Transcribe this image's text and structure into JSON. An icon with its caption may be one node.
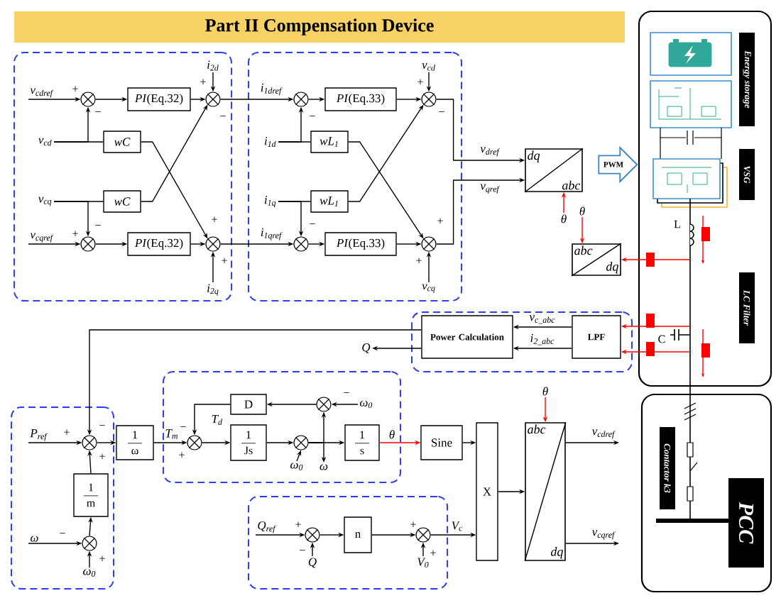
{
  "diagram": {
    "title": "Part II Compensation Device",
    "nodes": [
      {
        "text": [],
        "shape": "box"
      },
      {
        "text": [
          "v$_{cdref}$"
        ],
        "in": 0
      },
      {
        "text": [],
        "shape": "circle",
        "in": 0
      },
      {
        "text": [
          "*PI*(Eq.32)"
        ],
        "in": 0
      },
      {
        "text": [],
        "shape": "circle",
        "in": 0
      },
      {
        "text": [
          "i$_{2d}$"
        ],
        "in": 0
      },
      {
        "text": [
          "v$_{cd}$"
        ],
        "in": 0
      },
      {
        "text": [
          "wC"
        ],
        "in": 0
      },
      {
        "text": [
          "v$_{cq}$"
        ],
        "in": 0
      },
      {
        "text": [
          "wC"
        ],
        "in": 0
      },
      {
        "text": [
          "v$_{cqref}$"
        ],
        "in": 0
      },
      {
        "text": [],
        "shape": "circle",
        "in": 0
      },
      {
        "text": [
          "*PI*(Eq.32)"
        ],
        "in": 0
      },
      {
        "text": [],
        "shape": "circle",
        "in": 0
      },
      {
        "text": [
          "i$_{2q}$"
        ],
        "in": 0
      },
      {
        "text": [],
        "shape": "box"
      },
      {
        "text": [],
        "shape": "circle",
        "in": 15
      },
      {
        "text": [
          "*PI*(Eq.33)"
        ],
        "in": 15
      },
      {
        "text": [],
        "shape": "circle",
        "in": 15
      },
      {
        "text": [
          "v$_{cd}$"
        ],
        "in": 15
      },
      {
        "text": [
          "i$_{1d}$"
        ],
        "in": 15
      },
      {
        "text": [
          "wL$_{1}$"
        ],
        "in": 15
      },
      {
        "text": [
          "i$_{1q}$"
        ],
        "in": 15
      },
      {
        "text": [
          "wL$_{1}$"
        ],
        "in": 15
      },
      {
        "text": [],
        "shape": "circle",
        "in": 15
      },
      {
        "text": [
          "*PI*(Eq.33)"
        ],
        "in": 15
      },
      {
        "text": [],
        "shape": "circle",
        "in": 15
      },
      {
        "text": [
          "v$_{cq}$"
        ],
        "in": 15
      },
      {
        "text": [
          "dq",
          "abc"
        ]
      },
      {
        "text": [
          "θ"
        ]
      },
      {
        "text": [
          "PWM"
        ]
      },
      {
        "text": [
          "θ"
        ]
      },
      {
        "text": [
          "abc",
          "dq"
        ]
      },
      {
        "text": [],
        "shape": "box"
      },
      {
        "text": [
          "Energy storage"
        ],
        "in": 33
      },
      {
        "text": [
          "VSG"
        ],
        "in": 33
      },
      {
        "text": [
          "LC Filter"
        ],
        "in": 33
      },
      {
        "text": [],
        "shape": "box"
      },
      {
        "text": [
          "Power Calculation"
        ],
        "in": 37
      },
      {
        "text": [
          "LPF"
        ],
        "in": 37
      },
      {
        "text": [
          "Q"
        ]
      },
      {
        "text": [],
        "shape": "box"
      },
      {
        "text": [
          "P$_{ref}$"
        ],
        "in": 41
      },
      {
        "text": [],
        "shape": "circle",
        "in": 41
      },
      {
        "text": [
          "1",
          "m"
        ],
        "in": 41
      },
      {
        "text": [],
        "shape": "circle",
        "in": 41
      },
      {
        "text": [
          "ω"
        ],
        "in": 41
      },
      {
        "text": [
          "ω$_{0}$"
        ],
        "in": 41
      },
      {
        "text": [
          "1",
          "ω"
        ]
      },
      {
        "text": [],
        "shape": "box"
      },
      {
        "text": [],
        "shape": "circle",
        "in": 49
      },
      {
        "text": [
          "D"
        ],
        "in": 49
      },
      {
        "text": [
          "1",
          "Js"
        ],
        "in": 49
      },
      {
        "text": [],
        "shape": "circle",
        "in": 49
      },
      {
        "text": [
          "ω$_{0}$"
        ],
        "in": 49
      },
      {
        "text": [],
        "shape": "circle",
        "in": 49
      },
      {
        "text": [
          "ω$_{0}$"
        ],
        "in": 49
      },
      {
        "text": [
          "ω"
        ],
        "in": 49
      },
      {
        "text": [
          "1",
          "s"
        ],
        "in": 49
      },
      {
        "text": [
          "Sine"
        ]
      },
      {
        "text": [
          "X"
        ]
      },
      {
        "text": [
          "abc",
          "dq"
        ]
      },
      {
        "text": [
          "θ"
        ]
      },
      {
        "text": [],
        "shape": "box"
      },
      {
        "text": [
          "Q$_{ref}$"
        ],
        "in": 63
      },
      {
        "text": [],
        "shape": "circle",
        "in": 63
      },
      {
        "text": [
          "n"
        ],
        "in": 63
      },
      {
        "text": [
          "Q"
        ],
        "in": 63
      },
      {
        "text": [],
        "shape": "circle",
        "in": 63
      },
      {
        "text": [
          "V$_{0}$"
        ],
        "in": 63
      },
      {
        "text": [],
        "shape": "box"
      },
      {
        "text": [
          "Contactor k3"
        ],
        "in": 70
      },
      {
        "text": [
          "PCC"
        ],
        "in": 70
      }
    ],
    "edges": [
      {
        "from": 1,
        "to": 2,
        "arrow": "to"
      },
      {
        "from": 2,
        "to": 3,
        "arrow": "to"
      },
      {
        "from": 3,
        "to": 4,
        "arrow": "to"
      },
      {
        "from": 5,
        "to": 4,
        "arrow": "to"
      },
      {
        "from": 6,
        "to": 7,
        "arrow": "none"
      },
      {
        "from": 6,
        "to": 2,
        "arrow": "to"
      },
      {
        "from": 7,
        "to": 13,
        "arrow": "to"
      },
      {
        "from": 8,
        "to": 9,
        "arrow": "none"
      },
      {
        "from": 8,
        "to": 11,
        "arrow": "to"
      },
      {
        "from": 9,
        "to": 4,
        "arrow": "to"
      },
      {
        "from": 10,
        "to": 11,
        "arrow": "to"
      },
      {
        "from": 11,
        "to": 12,
        "arrow": "to"
      },
      {
        "from": 12,
        "to": 13,
        "arrow": "to"
      },
      {
        "from": 14,
        "to": 13,
        "arrow": "to"
      },
      {
        "from": 4,
        "to": 16,
        "arrow": "to",
        "label": "i$_{1dref}$"
      },
      {
        "from": 13,
        "to": 24,
        "arrow": "to",
        "label": "i$_{1qref}$"
      },
      {
        "from": 16,
        "to": 17,
        "arrow": "to"
      },
      {
        "from": 17,
        "to": 18,
        "arrow": "to"
      },
      {
        "from": 19,
        "to": 18,
        "arrow": "to"
      },
      {
        "from": 20,
        "to": 21,
        "arrow": "none"
      },
      {
        "from": 20,
        "to": 16,
        "arrow": "to"
      },
      {
        "from": 21,
        "to": 26,
        "arrow": "to"
      },
      {
        "from": 22,
        "to": 23,
        "arrow": "none"
      },
      {
        "from": 22,
        "to": 24,
        "arrow": "to"
      },
      {
        "from": 23,
        "to": 18,
        "arrow": "to"
      },
      {
        "from": 24,
        "to": 25,
        "arrow": "to"
      },
      {
        "from": 25,
        "to": 26,
        "arrow": "to"
      },
      {
        "from": 27,
        "to": 26,
        "arrow": "to"
      },
      {
        "from": 18,
        "to": 28,
        "arrow": "to",
        "label": "v$_{dref}$"
      },
      {
        "from": 26,
        "to": 28,
        "arrow": "to",
        "label": "v$_{qref}$"
      },
      {
        "from": 29,
        "to": 28,
        "arrow": "to",
        "color": "#ff0000"
      },
      {
        "from": 31,
        "to": 32,
        "arrow": "to",
        "color": "#ff0000"
      },
      {
        "from": null,
        "to": 32,
        "arrow": "to",
        "color": "#ff0000"
      },
      {
        "from": null,
        "to": 39,
        "arrow": "to",
        "color": "#ff0000"
      },
      {
        "from": null,
        "to": 39,
        "arrow": "to",
        "color": "#ff0000"
      },
      {
        "from": 39,
        "to": 38,
        "arrow": "to",
        "label": "v$_{c_abc}$"
      },
      {
        "from": 39,
        "to": 38,
        "arrow": "to",
        "label": "i$_{2_abc}$"
      },
      {
        "from": 38,
        "to": 43,
        "arrow": "to"
      },
      {
        "from": 38,
        "to": 40,
        "arrow": "to"
      },
      {
        "from": 42,
        "to": 43,
        "arrow": "to"
      },
      {
        "from": 43,
        "to": 48,
        "arrow": "to"
      },
      {
        "from": 44,
        "to": 43,
        "arrow": "to"
      },
      {
        "from": 45,
        "to": 44,
        "arrow": "to"
      },
      {
        "from": 46,
        "to": 45,
        "arrow": "to"
      },
      {
        "from": 47,
        "to": 45,
        "arrow": "to"
      },
      {
        "from": 48,
        "to": 50,
        "arrow": "to",
        "label": "T$_{m}$"
      },
      {
        "from": 50,
        "to": 52,
        "arrow": "to"
      },
      {
        "from": 52,
        "to": 53,
        "arrow": "to"
      },
      {
        "from": 54,
        "to": 53,
        "arrow": "to"
      },
      {
        "from": 53,
        "to": 58,
        "arrow": "to"
      },
      {
        "from": 53,
        "to": 55,
        "arrow": "to"
      },
      {
        "from": 53,
        "to": 57,
        "arrow": "to"
      },
      {
        "from": 56,
        "to": 55,
        "arrow": "to"
      },
      {
        "from": 55,
        "to": 51,
        "arrow": "to"
      },
      {
        "from": 51,
        "to": 50,
        "arrow": "to",
        "label": "T$_{d}$"
      },
      {
        "from": 58,
        "to": 59,
        "arrow": "to",
        "label": "θ",
        "color": "#ff0000"
      },
      {
        "from": 59,
        "to": 60,
        "arrow": "to"
      },
      {
        "from": 60,
        "to": 61,
        "arrow": "to"
      },
      {
        "from": 62,
        "to": 61,
        "arrow": "to",
        "color": "#ff0000"
      },
      {
        "from": 61,
        "to": null,
        "arrow": "to",
        "label": "v$_{cdref}$"
      },
      {
        "from": 61,
        "to": null,
        "arrow": "to",
        "label": "v$_{cqref}$"
      },
      {
        "from": 64,
        "to": 65,
        "arrow": "to"
      },
      {
        "from": 65,
        "to": 66,
        "arrow": "to"
      },
      {
        "from": 67,
        "to": 65,
        "arrow": "to"
      },
      {
        "from": 66,
        "to": 68,
        "arrow": "to"
      },
      {
        "from": 69,
        "to": 68,
        "arrow": "to"
      },
      {
        "from": 68,
        "to": 60,
        "arrow": "to",
        "label": "V$_{c}$"
      }
    ],
    "labels": [
      "+",
      "−",
      "+",
      "−",
      "−",
      "+",
      "+",
      "+",
      "−",
      "+",
      "−",
      "−",
      "+",
      "+",
      "+",
      "−",
      "+",
      "−",
      "+",
      "−",
      "+",
      "−",
      "+",
      "−",
      "+",
      "+",
      "L",
      "C"
    ]
  }
}
